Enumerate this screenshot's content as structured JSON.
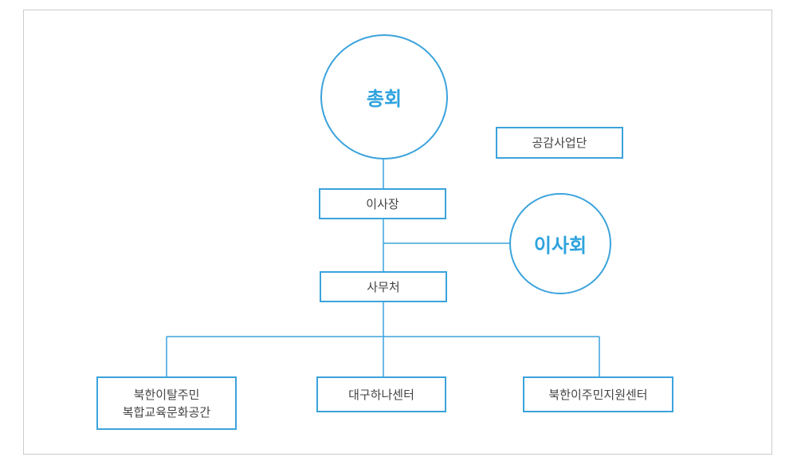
{
  "colors": {
    "accent": "#3ba3dc",
    "frame": "#cccccc",
    "text": "#444444"
  },
  "general_assembly": "총회",
  "board_of_directors": "이사회",
  "empathy_project_group": "공감사업단",
  "chairman": "이사장",
  "secretariat": "사무처",
  "centers": {
    "complex_center_line1": "북한이탈주민",
    "complex_center_line2": "복합교육문화공간",
    "daegu_hana_center": "대구하나센터",
    "support_center": "북한이주민지원센터"
  }
}
